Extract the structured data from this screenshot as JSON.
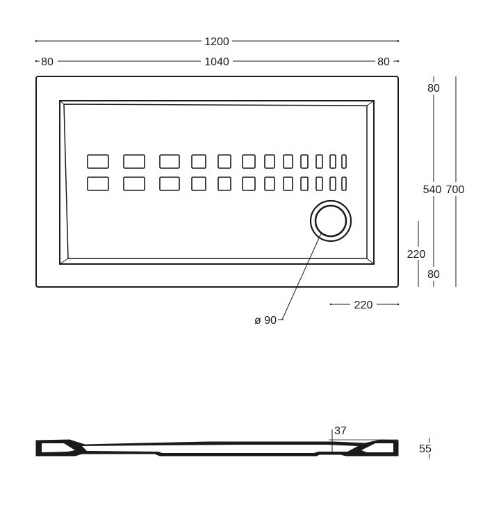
{
  "plan_view": {
    "overall_width": "1200",
    "left_rim": "80",
    "inner_width": "1040",
    "right_rim": "80",
    "top_rim": "80",
    "inner_depth": "540",
    "overall_depth": "700",
    "drain_offset_y": "220",
    "bottom_rim": "80",
    "drain_offset_x": "220",
    "drain_diameter": "ø 90"
  },
  "section_view": {
    "base_thickness": "37",
    "height": "55"
  }
}
